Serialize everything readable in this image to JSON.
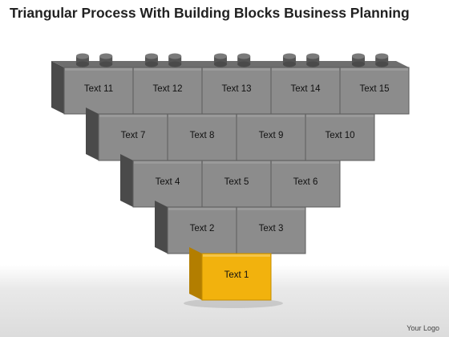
{
  "title": "Triangular Process With Building Blocks Business Planning",
  "logo": "Your Logo",
  "colors": {
    "block_face": "#8c8c8c",
    "block_side": "#4a4a4a",
    "block_top": "#6e6e6e",
    "highlight_face": "#f2b20d",
    "highlight_side": "#b37e00",
    "highlight_top": "#d69a05"
  },
  "rows": [
    {
      "blocks": [
        "Text 11",
        "Text 12",
        "Text 13",
        "Text 14",
        "Text 15"
      ]
    },
    {
      "blocks": [
        "Text 7",
        "Text 8",
        "Text 9",
        "Text 10"
      ]
    },
    {
      "blocks": [
        "Text 4",
        "Text 5",
        "Text 6"
      ]
    },
    {
      "blocks": [
        "Text 2",
        "Text 3"
      ]
    },
    {
      "blocks": [
        "Text 1"
      ],
      "highlight": true
    }
  ]
}
